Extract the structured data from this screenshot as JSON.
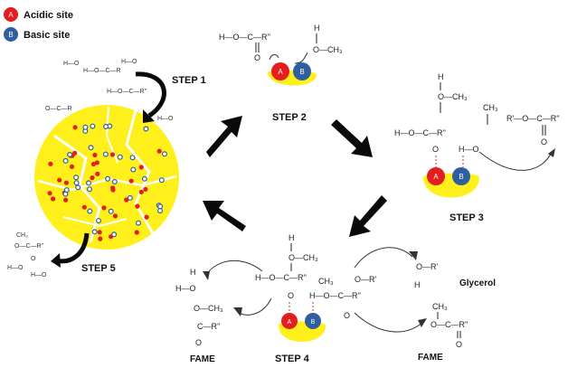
{
  "colors": {
    "acid": "#e41e1e",
    "base": "#2f5f9e",
    "support": "#ffef1a",
    "arrow": "#0a0a0a"
  },
  "legend": {
    "acid_letter": "A",
    "acid_label": "Acidic site",
    "base_letter": "B",
    "base_label": "Basic site"
  },
  "steps": {
    "s1": "STEP 1",
    "s2": "STEP 2",
    "s3": "STEP 3",
    "s4": "STEP 4",
    "s5": "STEP 5"
  },
  "products": {
    "glycerol": "Glycerol",
    "fame_left": "FAME",
    "fame_right": "FAME"
  },
  "chem": {
    "s2_ester": "H—O—C—R''",
    "s2_carbonyl_o": "O",
    "s2_methanol_h": "H",
    "s2_methanol": "O—CH₃",
    "s3_h": "H",
    "s3_och3": "O—CH₃",
    "s3_main": "H—O—C—R''",
    "s3_o_minus": "O",
    "s3_ch3": "CH₃",
    "s3_h_o": "H—O",
    "s3_product": "R'—O—C—R''",
    "s3_product_o": "O",
    "s4_h": "H",
    "s4_och3": "O—CH₃",
    "s4_main": "H—O—C—R''",
    "s4_o": "O",
    "s4_mid": "H—O—C—R''",
    "s4_ch3": "CH₃",
    "s4_r_prime": "O—R'",
    "s4_mid_o": "O",
    "s4_water_h": "H",
    "s4_water_o": "H—O",
    "s4_fame_ch3": "O—CH₃",
    "s4_fame_c": "C—R''",
    "s4_fame_o": "O",
    "glycerol_o": "O—R'",
    "glycerol_h": "H",
    "fame_r_ch3": "CH₃",
    "fame_r_main": "O—C—R''",
    "fame_r_o": "O",
    "s5_ch3": "CH₃",
    "s5_main": "O—C—R''",
    "s5_o": "O",
    "s5_h1": "H—O",
    "s5_h2": "H—O",
    "s1_mol1": "H—O—C—R",
    "s1_mol2": "H—O—C—R''",
    "s1_mol3": "H—O",
    "s1_mol4": "O—C—R"
  }
}
